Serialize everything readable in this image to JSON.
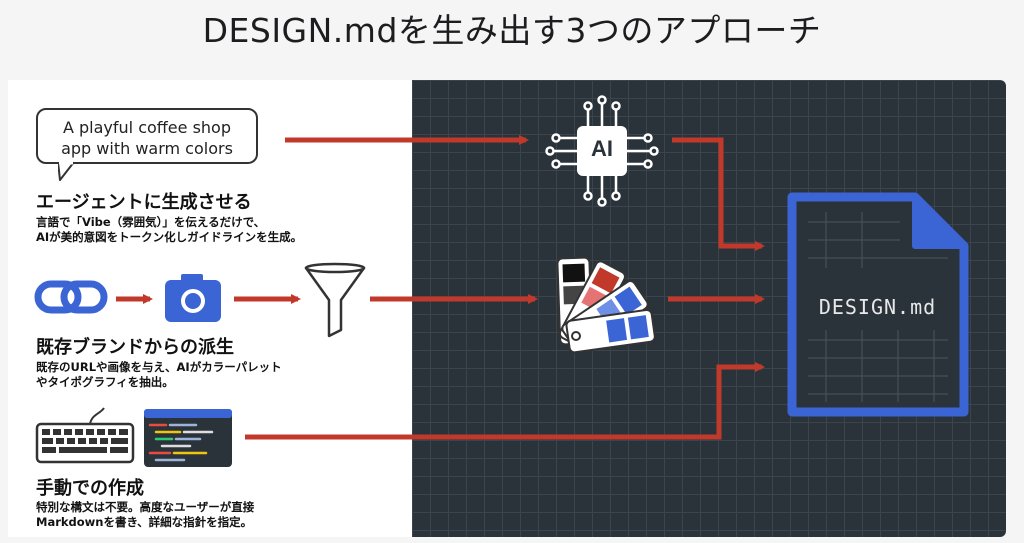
{
  "title": "DESIGN.mdを生み出す3つのアプローチ",
  "approaches": [
    {
      "bubble_lines": [
        "A playful coffee shop",
        "app with warm colors"
      ],
      "heading": "エージェントに生成させる",
      "description_lines": [
        "言語で「Vibe（雰囲気）」を伝えるだけで、",
        "AIが美的意図をトークン化しガイドラインを生成。"
      ]
    },
    {
      "heading": "既存ブランドからの派生",
      "description_lines": [
        "既存のURLや画像を与え、AIがカラーパレット",
        "やタイポグラフィを抽出。"
      ]
    },
    {
      "heading": "手動での作成",
      "description_lines": [
        "特別な構文は不要。高度なユーザーが直接",
        "Markdownを書き、詳細な指針を指定。"
      ]
    }
  ],
  "ai_chip_label": "AI",
  "output_file_label": "DESIGN.md",
  "colors": {
    "arrow": "#c0392b",
    "blue": "#3b64d4",
    "dark_panel": "#2b333a"
  }
}
